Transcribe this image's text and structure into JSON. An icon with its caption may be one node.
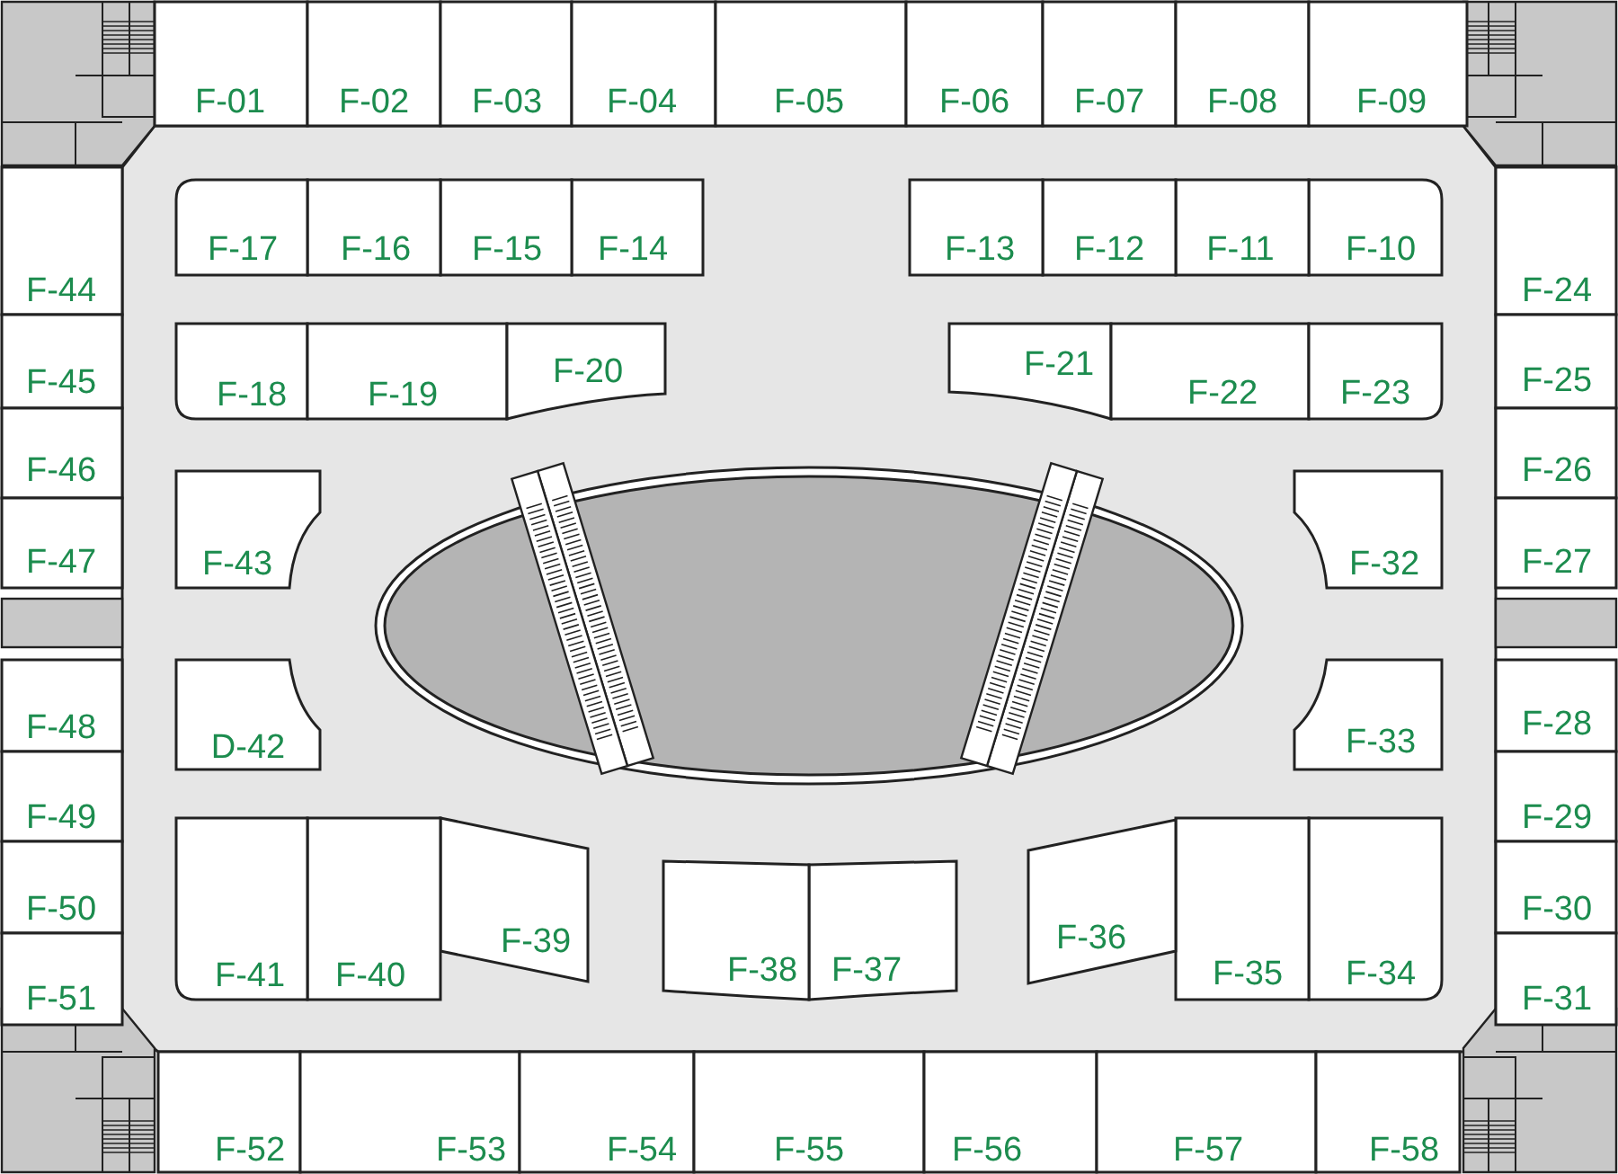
{
  "diagram": {
    "nodes": [
      {
        "text": [
          "F-01"
        ]
      },
      {
        "text": [
          "F-02"
        ]
      },
      {
        "text": [
          "F-03"
        ]
      },
      {
        "text": [
          "F-04"
        ]
      },
      {
        "text": [
          "F-05"
        ]
      },
      {
        "text": [
          "F-06"
        ]
      },
      {
        "text": [
          "F-07"
        ]
      },
      {
        "text": [
          "F-08"
        ]
      },
      {
        "text": [
          "F-09"
        ]
      },
      {
        "text": [
          "F-10"
        ]
      },
      {
        "text": [
          "F-11"
        ]
      },
      {
        "text": [
          "F-12"
        ]
      },
      {
        "text": [
          "F-13"
        ]
      },
      {
        "text": [
          "F-14"
        ]
      },
      {
        "text": [
          "F-15"
        ]
      },
      {
        "text": [
          "F-16"
        ]
      },
      {
        "text": [
          "F-17"
        ]
      },
      {
        "text": [
          "F-18"
        ]
      },
      {
        "text": [
          "F-19"
        ]
      },
      {
        "text": [
          "F-20"
        ]
      },
      {
        "text": [
          "F-21"
        ]
      },
      {
        "text": [
          "F-22"
        ]
      },
      {
        "text": [
          "F-23"
        ]
      },
      {
        "text": [
          "F-24"
        ]
      },
      {
        "text": [
          "F-25"
        ]
      },
      {
        "text": [
          "F-26"
        ]
      },
      {
        "text": [
          "F-27"
        ]
      },
      {
        "text": [
          "F-28"
        ]
      },
      {
        "text": [
          "F-29"
        ]
      },
      {
        "text": [
          "F-30"
        ]
      },
      {
        "text": [
          "F-31"
        ]
      },
      {
        "text": [
          "F-32"
        ]
      },
      {
        "text": [
          "F-33"
        ]
      },
      {
        "text": [
          "F-34"
        ]
      },
      {
        "text": [
          "F-35"
        ]
      },
      {
        "text": [
          "F-36"
        ]
      },
      {
        "text": [
          "F-37"
        ]
      },
      {
        "text": [
          "F-38"
        ]
      },
      {
        "text": [
          "F-39"
        ]
      },
      {
        "text": [
          "F-40"
        ]
      },
      {
        "text": [
          "F-41"
        ]
      },
      {
        "text": [
          "D-42"
        ]
      },
      {
        "text": [
          "F-43"
        ]
      },
      {
        "text": [
          "F-44"
        ]
      },
      {
        "text": [
          "F-45"
        ]
      },
      {
        "text": [
          "F-46"
        ]
      },
      {
        "text": [
          "F-47"
        ]
      },
      {
        "text": [
          "F-48"
        ]
      },
      {
        "text": [
          "F-49"
        ]
      },
      {
        "text": [
          "F-50"
        ]
      },
      {
        "text": [
          "F-51"
        ]
      },
      {
        "text": [
          "F-52"
        ]
      },
      {
        "text": [
          "F-53"
        ]
      },
      {
        "text": [
          "F-54"
        ]
      },
      {
        "text": [
          "F-55"
        ]
      },
      {
        "text": [
          "F-56"
        ]
      },
      {
        "text": [
          "F-57"
        ]
      },
      {
        "text": [
          "F-58"
        ]
      }
    ]
  }
}
